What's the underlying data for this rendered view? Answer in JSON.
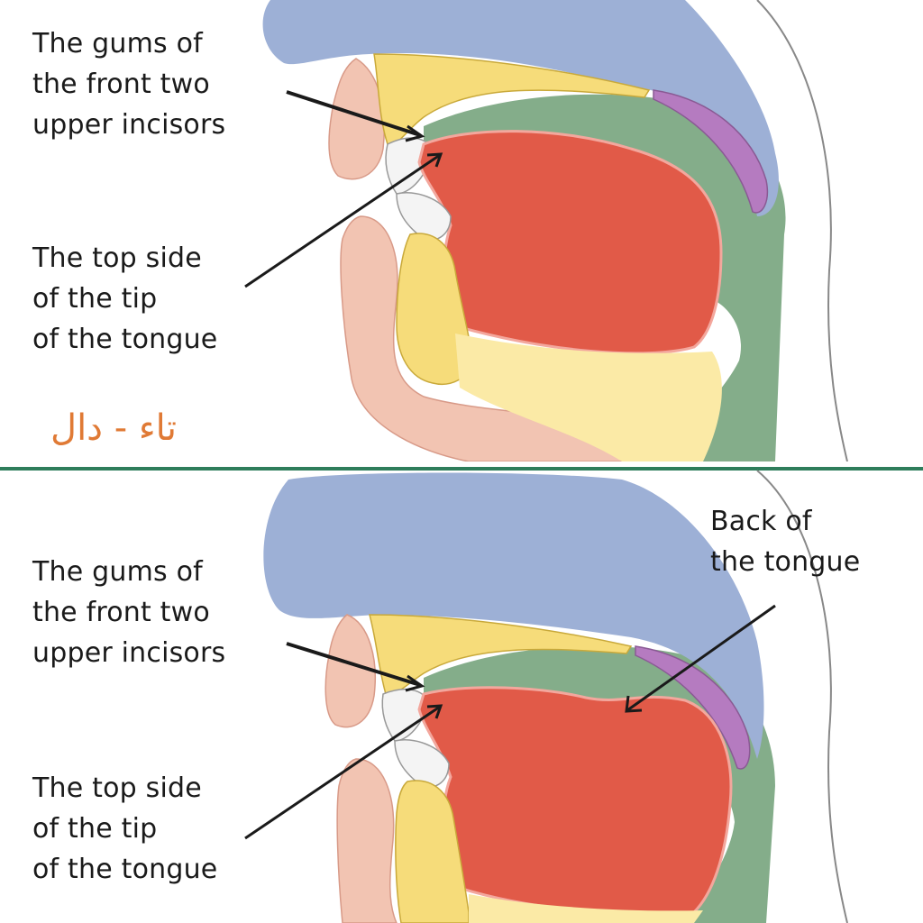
{
  "top_panel": {
    "labels": {
      "gums": [
        "The gums of",
        "the front two",
        "upper  incisors"
      ],
      "tongue_tip": [
        "The top side",
        "of the tip",
        "of the tongue"
      ]
    },
    "letters_caption": "تاء - دال"
  },
  "bottom_panel": {
    "labels": {
      "gums": [
        "The gums of",
        "the front two",
        "upper  incisors"
      ],
      "tongue_tip": [
        "The top side",
        "of the tip",
        "of the tongue"
      ],
      "tongue_back": [
        "Back of",
        "the tongue"
      ]
    }
  },
  "colors": {
    "nasal": "#9db0d6",
    "palate": "#f6dc7a",
    "pharynx": "#84ad8a",
    "tongue": "#e15a48",
    "lips": "#f2c4b2",
    "velum": "#b57bc0",
    "divider": "#2e7d5b",
    "caption": "#e07a35"
  }
}
